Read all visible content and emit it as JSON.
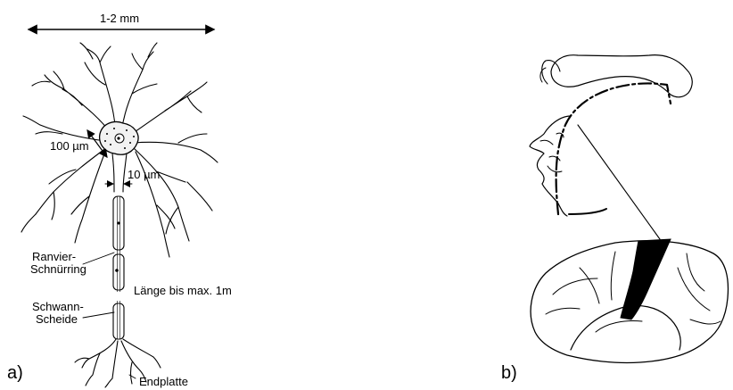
{
  "panel_a": {
    "label": "a)",
    "width_label": "1-2 mm",
    "soma_label": "100 µm",
    "axon_width_label": "10 µm",
    "ranvier_label_1": "Ranvier-",
    "ranvier_label_2": "Schnürring",
    "schwann_label_1": "Schwann-",
    "schwann_label_2": "Scheide",
    "length_label": "Länge bis max. 1m",
    "endplate_label": "Endplatte"
  },
  "panel_b": {
    "label": "b)"
  }
}
